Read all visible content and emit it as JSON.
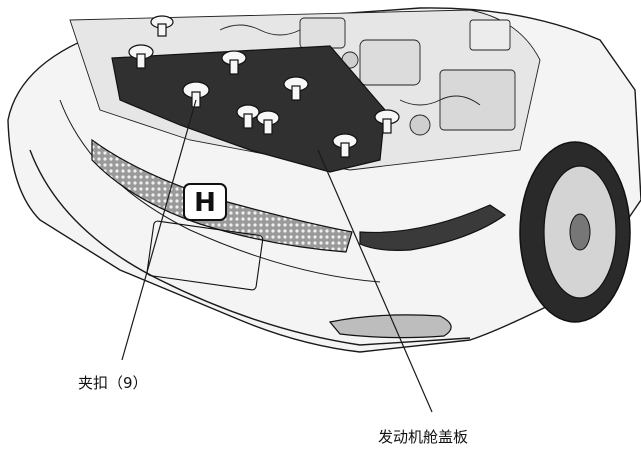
{
  "callouts": [
    {
      "id": "clip",
      "text": "夹扣（9）"
    },
    {
      "id": "cover",
      "text": "发动机舱盖板"
    }
  ],
  "badge": {
    "brand": "H"
  },
  "colors": {
    "line": "#1a1a1a",
    "cover": "#2f2f2f",
    "body": "#f2f2f2",
    "grille": "#8a8a8a"
  }
}
